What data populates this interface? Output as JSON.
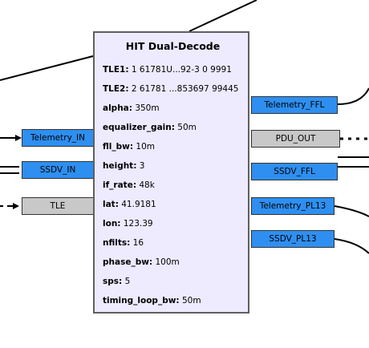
{
  "block": {
    "title": "HIT Dual-Decode",
    "params": [
      {
        "key": "TLE1:",
        "value": "1 61781U...92-3 0  9991"
      },
      {
        "key": "TLE2:",
        "value": "2 61781 ...853697 99445"
      },
      {
        "key": "alpha:",
        "value": "350m"
      },
      {
        "key": "equalizer_gain:",
        "value": "50m"
      },
      {
        "key": "fll_bw:",
        "value": "10m"
      },
      {
        "key": "height:",
        "value": "3"
      },
      {
        "key": "if_rate:",
        "value": "48k"
      },
      {
        "key": "lat:",
        "value": "41.9181"
      },
      {
        "key": "lon:",
        "value": "123.39"
      },
      {
        "key": "nfilts:",
        "value": "16"
      },
      {
        "key": "phase_bw:",
        "value": "100m"
      },
      {
        "key": "sps:",
        "value": "5"
      },
      {
        "key": "timing_loop_bw:",
        "value": "50m"
      }
    ]
  },
  "ports": {
    "inputs": [
      "Telemetry_IN",
      "SSDV_IN",
      "TLE"
    ],
    "outputs": [
      "Telemetry_FFL",
      "PDU_OUT",
      "SSDV_FFL",
      "Telemetry_PL13",
      "SSDV_PL13"
    ]
  },
  "colors": {
    "stream_port": "#2e8ff0",
    "message_port": "#c8c8c8",
    "block_fill": "#eeeaff"
  }
}
